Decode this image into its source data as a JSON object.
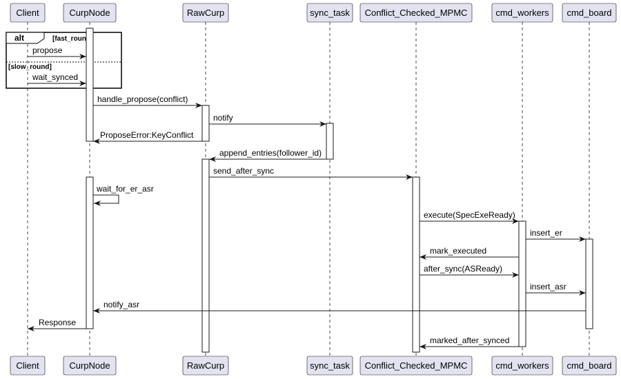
{
  "colors": {
    "participant_fill": "#E2E2F0",
    "participant_border": "#181818",
    "line": "#181818",
    "activation_fill": "#ffffff"
  },
  "participants": [
    {
      "id": "client",
      "label": "Client"
    },
    {
      "id": "curpnode",
      "label": "CurpNode"
    },
    {
      "id": "rawcurp",
      "label": "RawCurp"
    },
    {
      "id": "sync_task",
      "label": "sync_task"
    },
    {
      "id": "mpmc",
      "label": "Conflict_Checked_MPMC"
    },
    {
      "id": "cmd_workers",
      "label": "cmd_workers"
    },
    {
      "id": "cmd_board",
      "label": "cmd_board"
    }
  ],
  "alt_fragment": {
    "keyword": "alt",
    "conditions": [
      "[fast_round]",
      "[slow_round]"
    ]
  },
  "messages": [
    {
      "from": "client",
      "to": "curpnode",
      "label": "propose"
    },
    {
      "from": "client",
      "to": "curpnode",
      "label": "wait_synced"
    },
    {
      "from": "curpnode",
      "to": "rawcurp",
      "label": "handle_propose(conflict)"
    },
    {
      "from": "rawcurp",
      "to": "sync_task",
      "label": "notify"
    },
    {
      "from": "rawcurp",
      "to": "curpnode",
      "label": "ProposeError:KeyConflict"
    },
    {
      "from": "sync_task",
      "to": "rawcurp",
      "label": "append_entries(follower_id)"
    },
    {
      "from": "rawcurp",
      "to": "mpmc",
      "label": "send_after_sync"
    },
    {
      "from": "curpnode",
      "to": "curpnode",
      "label": "wait_for_er_asr"
    },
    {
      "from": "mpmc",
      "to": "cmd_workers",
      "label": "execute(SpecExeReady)"
    },
    {
      "from": "cmd_workers",
      "to": "cmd_board",
      "label": "insert_er"
    },
    {
      "from": "cmd_workers",
      "to": "mpmc",
      "label": "mark_executed"
    },
    {
      "from": "mpmc",
      "to": "cmd_workers",
      "label": "after_sync(ASReady)"
    },
    {
      "from": "cmd_workers",
      "to": "cmd_board",
      "label": "insert_asr"
    },
    {
      "from": "cmd_board",
      "to": "curpnode",
      "label": "notify_asr"
    },
    {
      "from": "curpnode",
      "to": "client",
      "label": "Response"
    },
    {
      "from": "cmd_workers",
      "to": "mpmc",
      "label": "marked_after_synced"
    }
  ]
}
